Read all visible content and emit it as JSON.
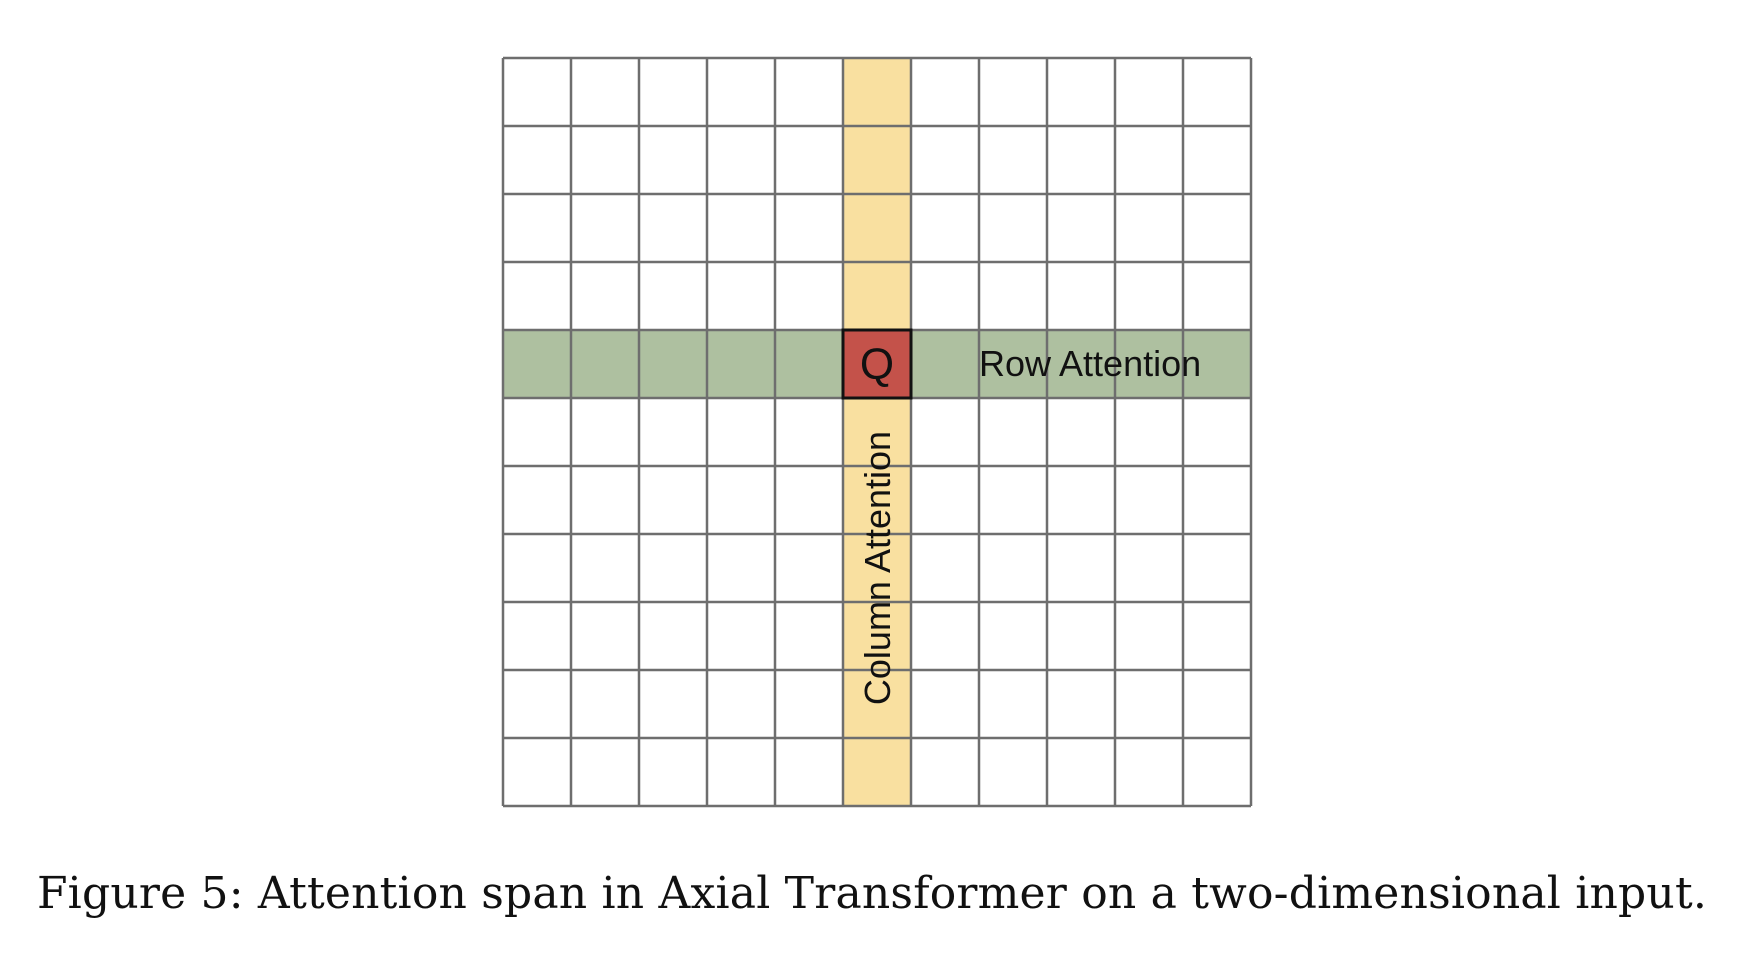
{
  "diagram": {
    "grid": {
      "rows": 11,
      "columns": 11,
      "query_row": 4,
      "query_column": 5
    },
    "colors": {
      "background": "#ffffff",
      "grid_line": "#6e6e6e",
      "row_attention": "#aec0a0",
      "column_attention": "#f9e0a0",
      "query_cell": "#c4524a",
      "query_border": "#111111"
    },
    "labels": {
      "query": "Q",
      "row_attention": "Row Attention",
      "column_attention": "Column Attention"
    }
  },
  "caption": "Figure 5: Attention span in Axial Transformer on a two-dimensional input."
}
